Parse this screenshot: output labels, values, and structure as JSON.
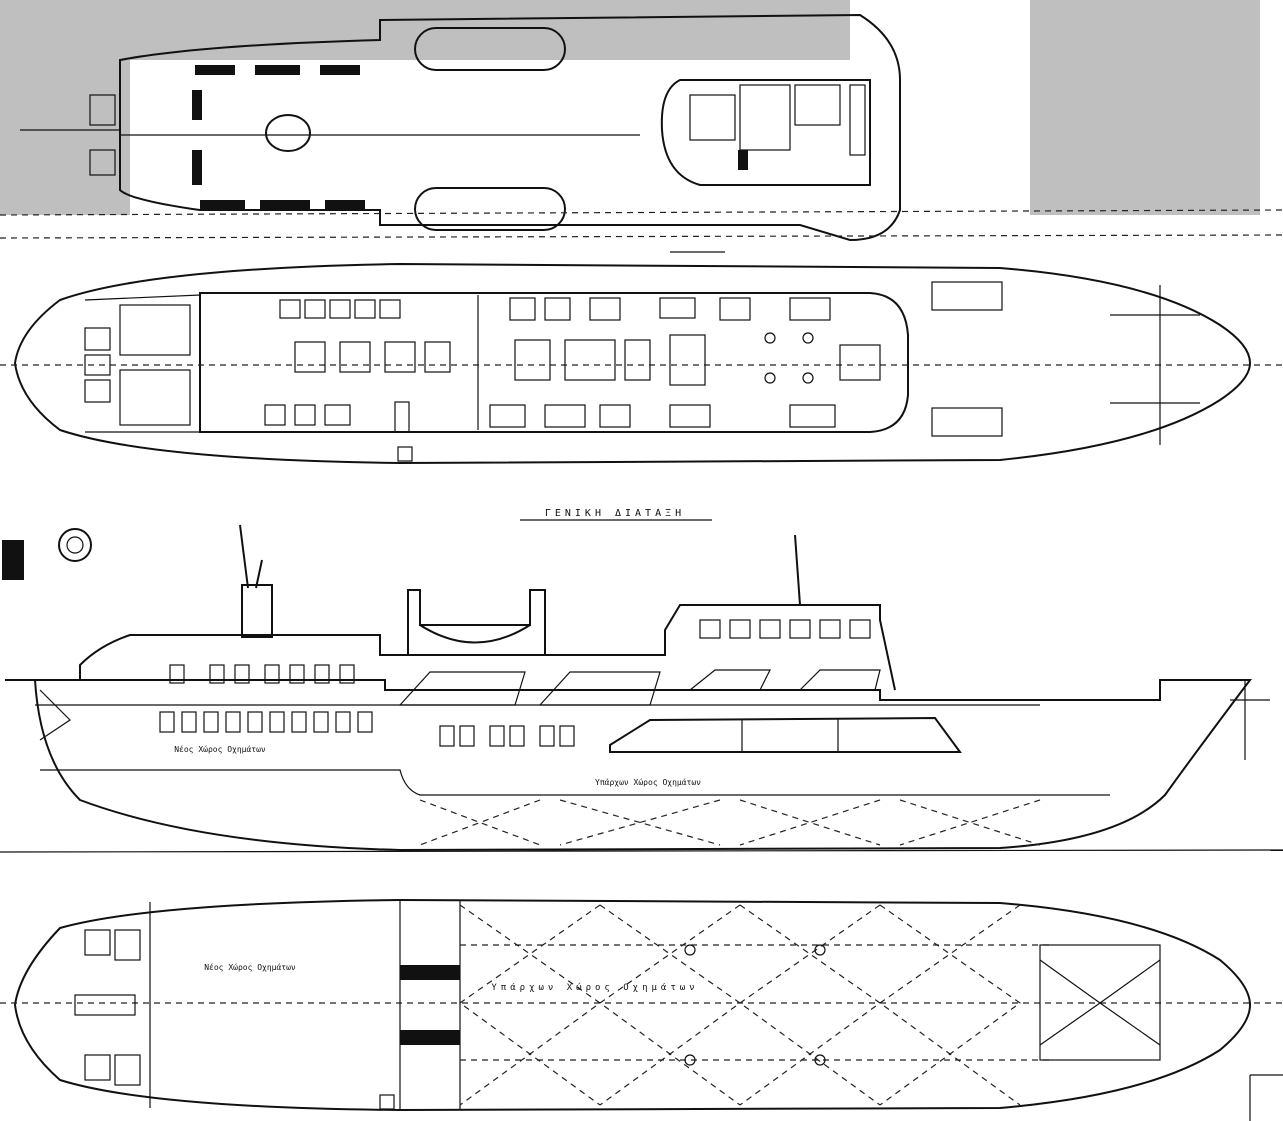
{
  "drawing": {
    "main_title": "ΓΕΝΙΚΗ ΔΙΑΤΑΞΗ",
    "label_upper_hold": "Νέος Χώρος Οχημάτων",
    "label_main_hold": "Υπάρχων Χώρος Οχημάτων",
    "label_plan_new_hold": "Νέος Χώρος Οχημάτων",
    "label_plan_hold": "Υπάρχων Χώρος Οχημάτων"
  },
  "colors": {
    "ink": "#111111",
    "paper": "#ffffff",
    "scan_noise": "#8a8a8a"
  }
}
